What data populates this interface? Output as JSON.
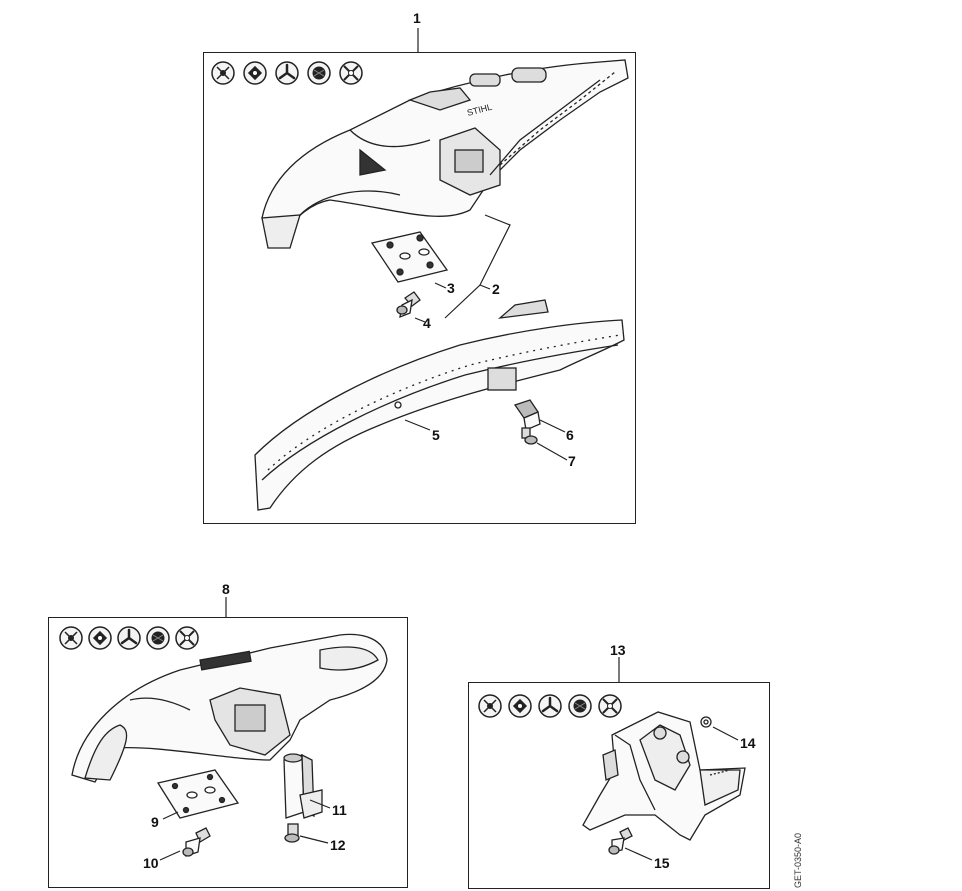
{
  "diagram": {
    "code": "GET-0350-A0",
    "groups": [
      {
        "label": "1",
        "icons": [
          "line-head-icon",
          "mowing-head-icon",
          "grass-blade-icon",
          "polycut-icon",
          "brush-knife-icon"
        ],
        "callouts": [
          "2",
          "3",
          "4",
          "5",
          "6",
          "7"
        ]
      },
      {
        "label": "8",
        "icons": [
          "line-head-icon",
          "mowing-head-icon",
          "grass-blade-icon",
          "polycut-icon",
          "brush-knife-icon"
        ],
        "callouts": [
          "9",
          "10",
          "11",
          "12"
        ]
      },
      {
        "label": "13",
        "icons": [
          "line-head-icon",
          "mowing-head-icon",
          "grass-blade-icon",
          "polycut-icon",
          "brush-knife-icon"
        ],
        "callouts": [
          "14",
          "15"
        ]
      }
    ]
  }
}
